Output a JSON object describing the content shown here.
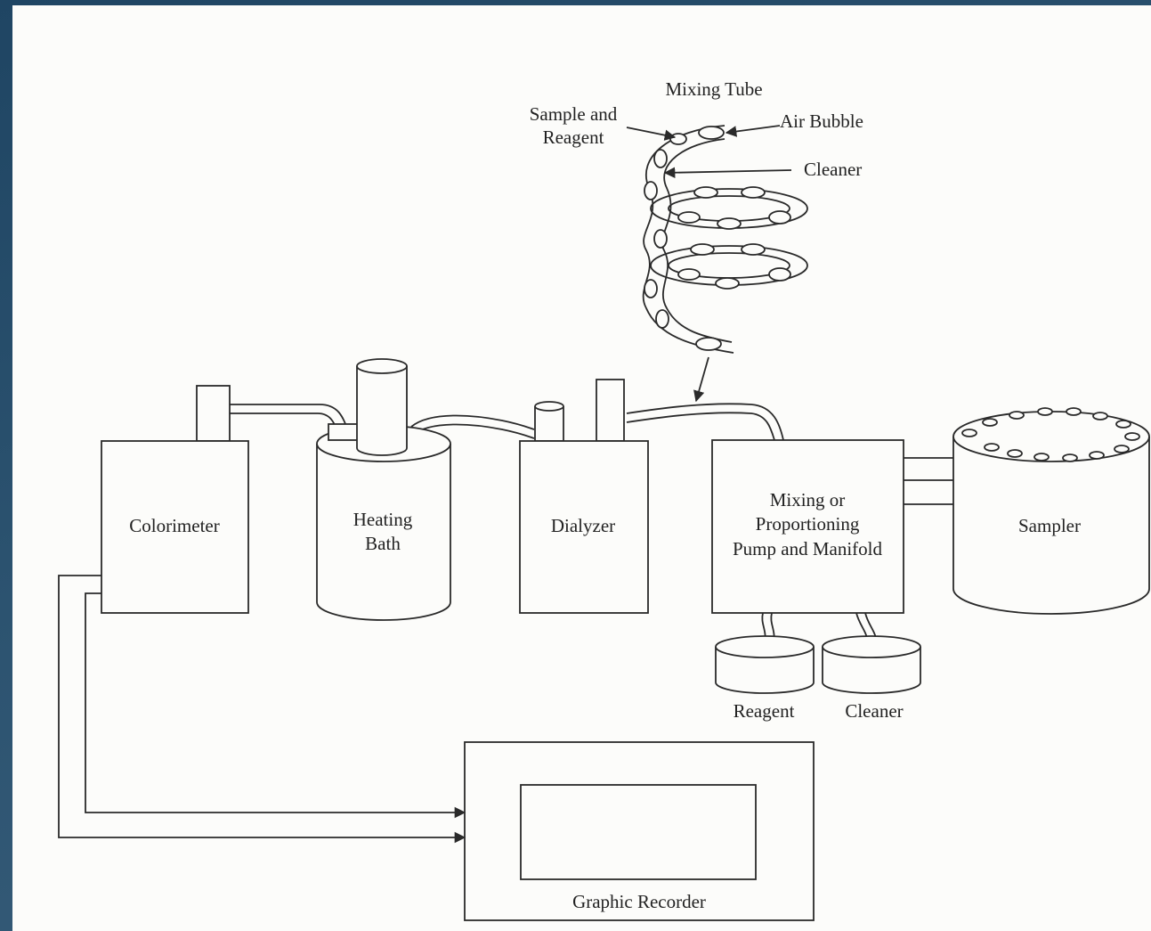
{
  "labels": {
    "mixing_tube": "Mixing Tube",
    "sample_and": "Sample and",
    "reagent_line2": "Reagent",
    "air_bubble": "Air Bubble",
    "cleaner_arrow": "Cleaner",
    "colorimeter": "Colorimeter",
    "heating": "Heating",
    "bath": "Bath",
    "dialyzer": "Dialyzer",
    "mixing_or": "Mixing or",
    "proportioning": "Proportioning",
    "pump_manifold": "Pump and Manifold",
    "sampler": "Sampler",
    "reagent": "Reagent",
    "cleaner": "Cleaner",
    "graphic_recorder": "Graphic Recorder"
  }
}
